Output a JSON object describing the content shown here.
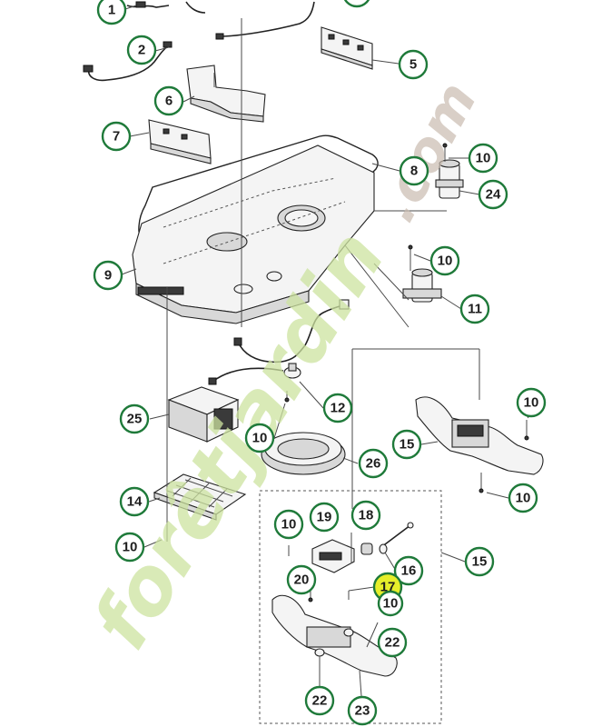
{
  "watermark": {
    "part1": "forêtjardin",
    "part2": ".com"
  },
  "callouts": [
    {
      "id": "c1",
      "label": "1"
    },
    {
      "id": "c2",
      "label": "2"
    },
    {
      "id": "c5",
      "label": "5"
    },
    {
      "id": "c6",
      "label": "6"
    },
    {
      "id": "c7",
      "label": "7"
    },
    {
      "id": "c8",
      "label": "8"
    },
    {
      "id": "c9",
      "label": "9"
    },
    {
      "id": "c10a",
      "label": "10"
    },
    {
      "id": "c24",
      "label": "24"
    },
    {
      "id": "c10b",
      "label": "10"
    },
    {
      "id": "c11",
      "label": "11"
    },
    {
      "id": "c12",
      "label": "12"
    },
    {
      "id": "c25",
      "label": "25"
    },
    {
      "id": "c10c",
      "label": "10"
    },
    {
      "id": "c26",
      "label": "26"
    },
    {
      "id": "c10d",
      "label": "10"
    },
    {
      "id": "c15a",
      "label": "15"
    },
    {
      "id": "c10e",
      "label": "10"
    },
    {
      "id": "c14",
      "label": "14"
    },
    {
      "id": "c10f",
      "label": "10"
    },
    {
      "id": "c10g",
      "label": "10"
    },
    {
      "id": "c19",
      "label": "19"
    },
    {
      "id": "c18",
      "label": "18"
    },
    {
      "id": "c16",
      "label": "16"
    },
    {
      "id": "c15b",
      "label": "15"
    },
    {
      "id": "c20",
      "label": "20"
    },
    {
      "id": "c17",
      "label": "17",
      "highlighted": true
    },
    {
      "id": "c10h",
      "label": "10"
    },
    {
      "id": "c22a",
      "label": "22"
    },
    {
      "id": "c22b",
      "label": "22"
    },
    {
      "id": "c23",
      "label": "23"
    }
  ],
  "colors": {
    "callout_ring": "#1f7a3a",
    "highlight": "#e6ee2a",
    "watermark_green": "#cde3a0",
    "watermark_brown": "#c9bcb0"
  }
}
